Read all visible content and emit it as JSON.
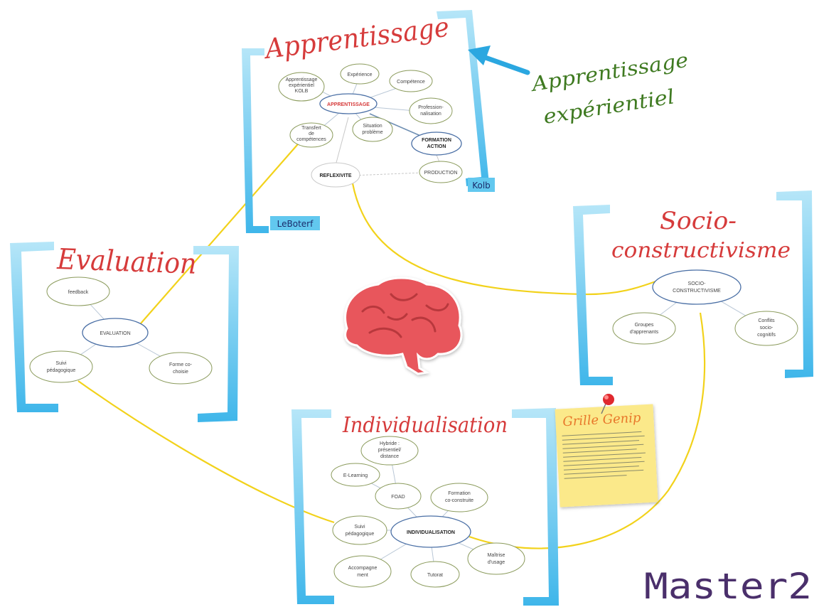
{
  "titles": {
    "apprentissage": "Apprentissage",
    "apprentissage_experientiel": [
      "Apprentissage",
      "expérientiel"
    ],
    "socio": [
      "Socio-",
      "constructivisme"
    ],
    "evaluation": "Evaluation",
    "individualisation": "Individualisation",
    "master": "Master2"
  },
  "tags": {
    "kolb": "Kolb",
    "leboterf": "LeBoterf"
  },
  "note": {
    "title": "Grille Genip"
  },
  "apprentissage_map": {
    "center": "APPRENTISSAGE",
    "nodes": [
      "Apprentissage expérientiel KOLB",
      "Expérience",
      "Compétence",
      "Professionnalisation",
      "Situation problème",
      "Transfert de compétences",
      "FORMATION ACTION",
      "REFLEXIVITE",
      "PRODUCTION"
    ]
  },
  "evaluation_map": {
    "center": "EVALUATION",
    "nodes": [
      "feedback",
      "Suivi pédagogique",
      "Forme co-choisie"
    ]
  },
  "socio_map": {
    "center": "SOCIO-CONSTRUCTIVISME",
    "nodes": [
      "Groupes d'apprenants",
      "Conflits socio-cognitifs"
    ]
  },
  "individualisation_map": {
    "center": "INDIVIDUALISATION",
    "nodes": [
      "Hybride : présentiel/ distance",
      "E-Learning",
      "FOAD",
      "Formation co-construite",
      "Suivi pédagogique",
      "Accompagnement",
      "Tutorat",
      "Maîtrise d'usage"
    ]
  },
  "colors": {
    "frame": "#62c8ef",
    "title_red": "#d63b3b",
    "title_green": "#3f7a21",
    "master": "#4a2f6b",
    "connector": "#f2d21b",
    "brain": "#e8575b",
    "note": "#fbe98a"
  },
  "icons": [
    "brain-icon",
    "pin-icon",
    "arrow-icon"
  ]
}
